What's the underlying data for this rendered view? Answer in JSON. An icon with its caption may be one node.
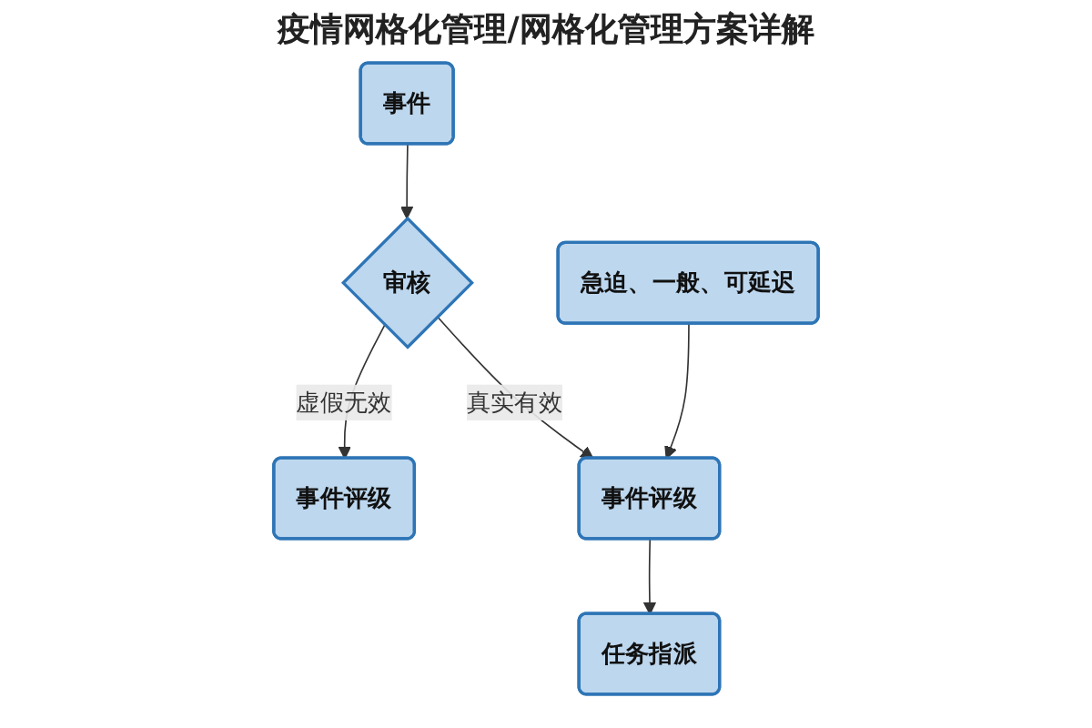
{
  "diagram": {
    "title": "疫情网格化管理/网格化管理方案详解",
    "nodes": [
      {
        "text": [
          "事件"
        ]
      },
      {
        "text": [
          "审核"
        ]
      },
      {
        "text": [
          "事件评级"
        ]
      },
      {
        "text": [
          "事件评级"
        ]
      },
      {
        "text": [
          "急迫、一般、可延迟"
        ]
      },
      {
        "text": [
          "任务指派"
        ]
      }
    ],
    "edges": [
      {
        "from": 0,
        "to": 1,
        "arrow": "to"
      },
      {
        "from": 1,
        "to": 2,
        "arrow": "to",
        "label": "虚假无效"
      },
      {
        "from": 1,
        "to": 3,
        "arrow": "to",
        "label": "真实有效"
      },
      {
        "from": 4,
        "to": 3,
        "arrow": "to"
      },
      {
        "from": 3,
        "to": 5,
        "arrow": "to"
      }
    ]
  }
}
